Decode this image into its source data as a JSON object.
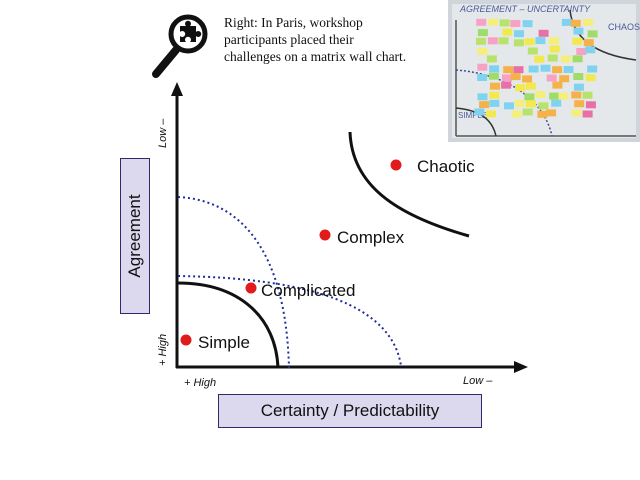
{
  "caption": {
    "lines": [
      "Right: In Paris, workshop",
      "participants placed their",
      "challenges on a matrix wall chart."
    ]
  },
  "icon": "magnifier-puzzle-icon",
  "axes": {
    "y_label": "Agreement",
    "x_label": "Certainty / Predictability",
    "y_top_tick": "Low –",
    "y_bottom_tick": "+ High",
    "x_left_tick": "+ High",
    "x_right_tick": "Low –"
  },
  "domains": [
    {
      "label": "Simple"
    },
    {
      "label": "Complicated"
    },
    {
      "label": "Complex"
    },
    {
      "label": "Chaotic"
    }
  ],
  "photo": {
    "board_title": "AGREEMENT – UNCERTAINTY",
    "board_word_right": "CHAOS",
    "board_word_left": "SIMPLE"
  },
  "colors": {
    "point": "#e11b1b",
    "dotted_boundary": "#1f2f9a",
    "label_box_fill": "#dcd9ef"
  }
}
